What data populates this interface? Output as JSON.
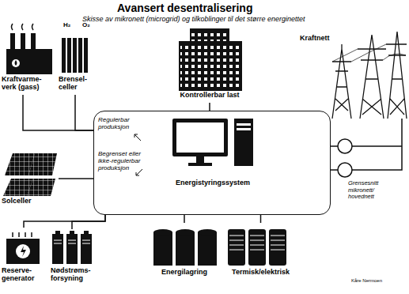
{
  "diagram": {
    "title": "Avansert desentralisering",
    "caption": "Skisse av mikronett (microgrid) og tilkoblinger til det større energinettet",
    "nodes": [
      {
        "text": [
          "Kraftvarme-verk (gass)"
        ]
      },
      {
        "text": [
          "Brensel-celler"
        ]
      },
      {
        "text": [
          "Kontrollerbar last"
        ]
      },
      {
        "text": [
          "Kraftnett"
        ]
      },
      {
        "text": [
          "Energistyringssystem"
        ]
      },
      {
        "text": [
          "Solceller"
        ]
      },
      {
        "text": [
          "Reserve-generator"
        ]
      },
      {
        "text": [
          "Nødstrøms-forsyning"
        ]
      },
      {
        "text": [
          "Energilagring"
        ]
      },
      {
        "text": [
          "Termisk/elektrisk"
        ]
      }
    ],
    "edges": [
      {
        "from": 4,
        "to": 0,
        "arrow": "none"
      },
      {
        "from": 4,
        "to": 1,
        "arrow": "none"
      },
      {
        "from": 4,
        "to": 2,
        "arrow": "none"
      },
      {
        "from": 4,
        "to": 3,
        "arrow": "none"
      },
      {
        "from": 4,
        "to": 5,
        "arrow": "none"
      },
      {
        "from": 4,
        "to": 6,
        "arrow": "none"
      },
      {
        "from": 4,
        "to": 7,
        "arrow": "none"
      },
      {
        "from": 4,
        "to": 8,
        "arrow": "none"
      },
      {
        "from": 4,
        "to": 9,
        "arrow": "none"
      }
    ],
    "labels": [
      "H₂",
      "O₂",
      "Regulerbar produksjon",
      "Begrenset eller ikke-regulerbar produksjon",
      "Grensesnitt mikronett/ hovednett",
      "Kåre Nermoen"
    ]
  }
}
